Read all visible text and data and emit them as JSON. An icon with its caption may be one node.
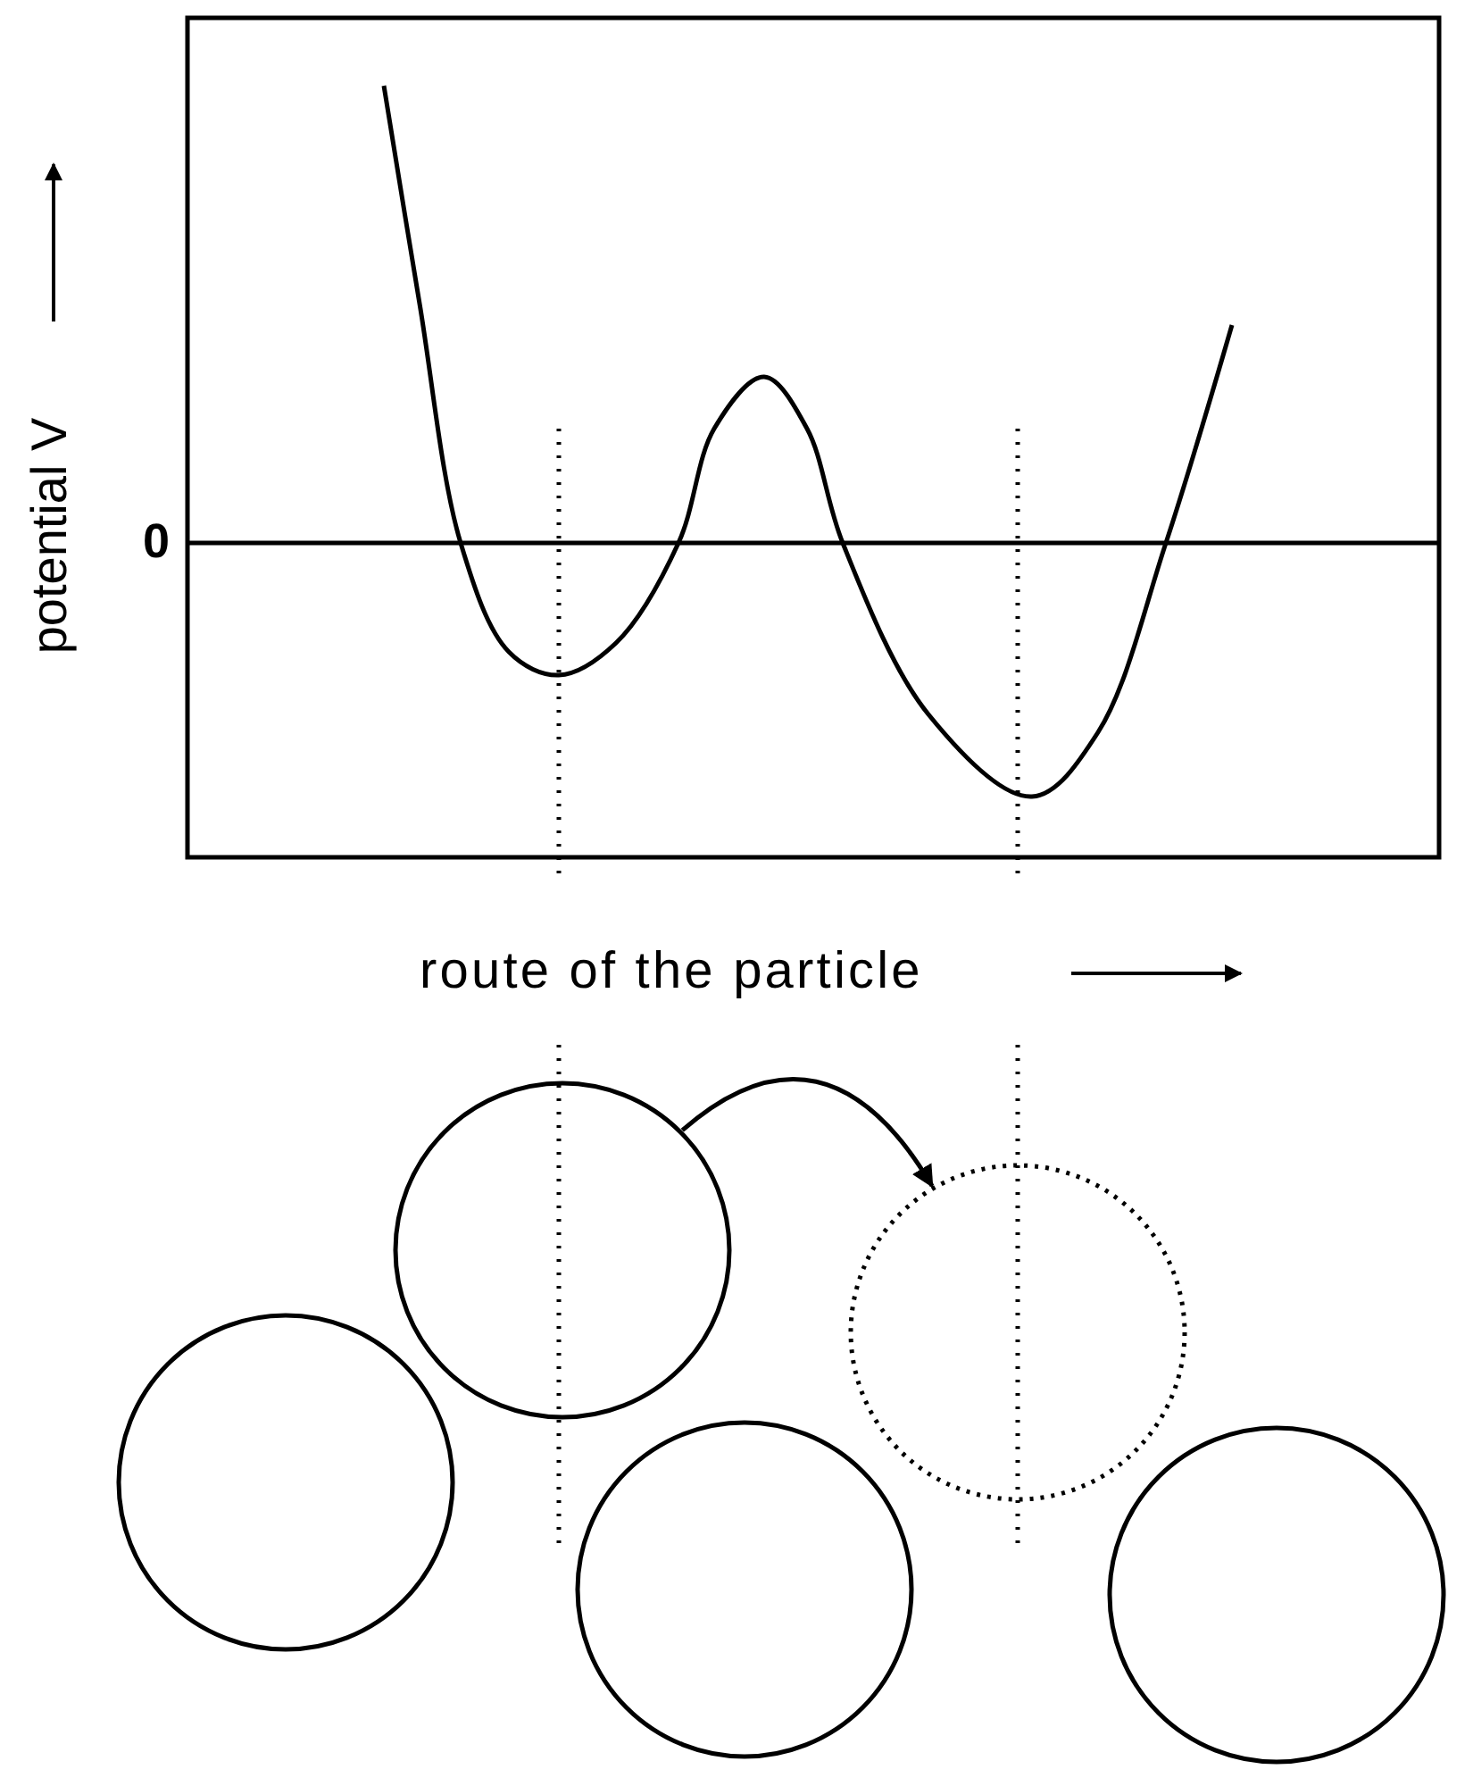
{
  "diagram": {
    "nodes": [
      {
        "text": [],
        "shape": "circle"
      },
      {
        "text": [],
        "shape": "circle"
      },
      {
        "text": [],
        "shape": "circle"
      },
      {
        "text": [],
        "shape": "circle"
      },
      {
        "text": [],
        "shape": "circle"
      }
    ],
    "edges": [
      {
        "from": 0,
        "to": 1,
        "arrow": "to"
      }
    ],
    "labels": [
      "potential V",
      "0",
      "route of the particle"
    ]
  }
}
